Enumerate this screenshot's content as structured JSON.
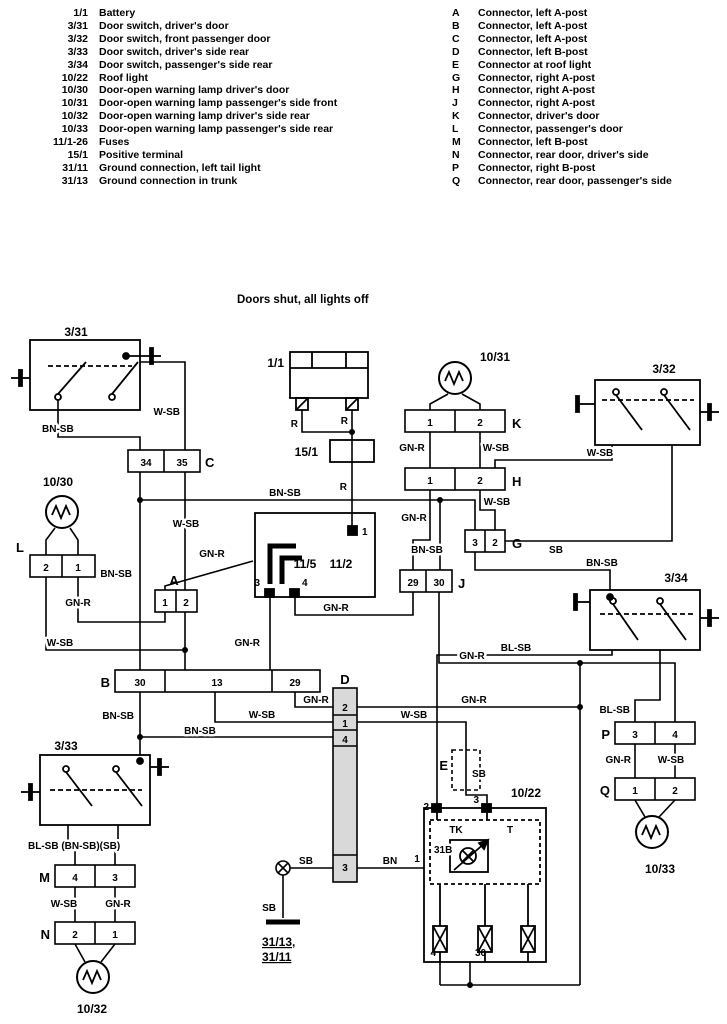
{
  "title": "Doors shut, all lights off",
  "legend": {
    "left": [
      {
        "num": "1/1",
        "label": "Battery"
      },
      {
        "num": "3/31",
        "label": "Door switch, driver's door"
      },
      {
        "num": "3/32",
        "label": "Door switch, front passenger door"
      },
      {
        "num": "3/33",
        "label": "Door switch, driver's side rear"
      },
      {
        "num": "3/34",
        "label": "Door switch, passenger's side rear"
      },
      {
        "num": "10/22",
        "label": "Roof light"
      },
      {
        "num": "10/30",
        "label": "Door-open warning lamp driver's door"
      },
      {
        "num": "10/31",
        "label": "Door-open warning lamp passenger's side front"
      },
      {
        "num": "10/32",
        "label": "Door-open warning lamp driver's side rear"
      },
      {
        "num": "10/33",
        "label": "Door-open warning lamp passenger's side rear"
      },
      {
        "num": "11/1-26",
        "label": "Fuses"
      },
      {
        "num": "15/1",
        "label": "Positive terminal"
      },
      {
        "num": "31/11",
        "label": "Ground connection, left tail light"
      },
      {
        "num": "31/13",
        "label": "Ground connection in trunk"
      }
    ],
    "right": [
      {
        "letter": "A",
        "label": "Connector, left A-post"
      },
      {
        "letter": "B",
        "label": "Connector, left A-post"
      },
      {
        "letter": "C",
        "label": "Connector, left A-post"
      },
      {
        "letter": "D",
        "label": "Connector, left B-post"
      },
      {
        "letter": "E",
        "label": "Connector at roof light"
      },
      {
        "letter": "G",
        "label": "Connector, right A-post"
      },
      {
        "letter": "H",
        "label": "Connector, right A-post"
      },
      {
        "letter": "J",
        "label": "Connector, right A-post"
      },
      {
        "letter": "K",
        "label": "Connector, driver's door"
      },
      {
        "letter": "L",
        "label": "Connector, passenger's door"
      },
      {
        "letter": "M",
        "label": "Connector, left B-post"
      },
      {
        "letter": "N",
        "label": "Connector, rear door, driver's side"
      },
      {
        "letter": "P",
        "label": "Connector, right B-post"
      },
      {
        "letter": "Q",
        "label": "Connector, rear door, passenger's side"
      }
    ]
  },
  "wire_labels": {
    "wsb": "W-SB",
    "bnsb": "BN-SB",
    "gnr": "GN-R",
    "sb": "SB",
    "blsb": "BL-SB",
    "r": "R",
    "bn": "BN",
    "combo": "BL-SB (BN-SB)(SB)"
  },
  "pins": {
    "n1": "1",
    "n2": "2",
    "n3": "3",
    "n4": "4",
    "n13": "13",
    "n29": "29",
    "n30": "30",
    "n34": "34",
    "n35": "35",
    "n31b": "31B",
    "tk": "TK",
    "t": "T"
  },
  "components": {
    "s331": "3/31",
    "s332": "3/32",
    "s333": "3/33",
    "s334": "3/34",
    "battery": "1/1",
    "posterm": "15/1",
    "fuse_a": "11/5",
    "fuse_b": "11/2",
    "lamp_1030": "10/30",
    "lamp_1031": "10/31",
    "lamp_1032": "10/32",
    "lamp_1033": "10/33",
    "roof": "10/22",
    "ground_a": "31/13,",
    "ground_b": "31/11"
  },
  "connectors": {
    "a": "A",
    "b": "B",
    "c": "C",
    "d": "D",
    "e": "E",
    "g": "G",
    "h": "H",
    "j": "J",
    "k": "K",
    "l": "L",
    "m": "M",
    "n": "N",
    "p": "P",
    "q": "Q"
  }
}
